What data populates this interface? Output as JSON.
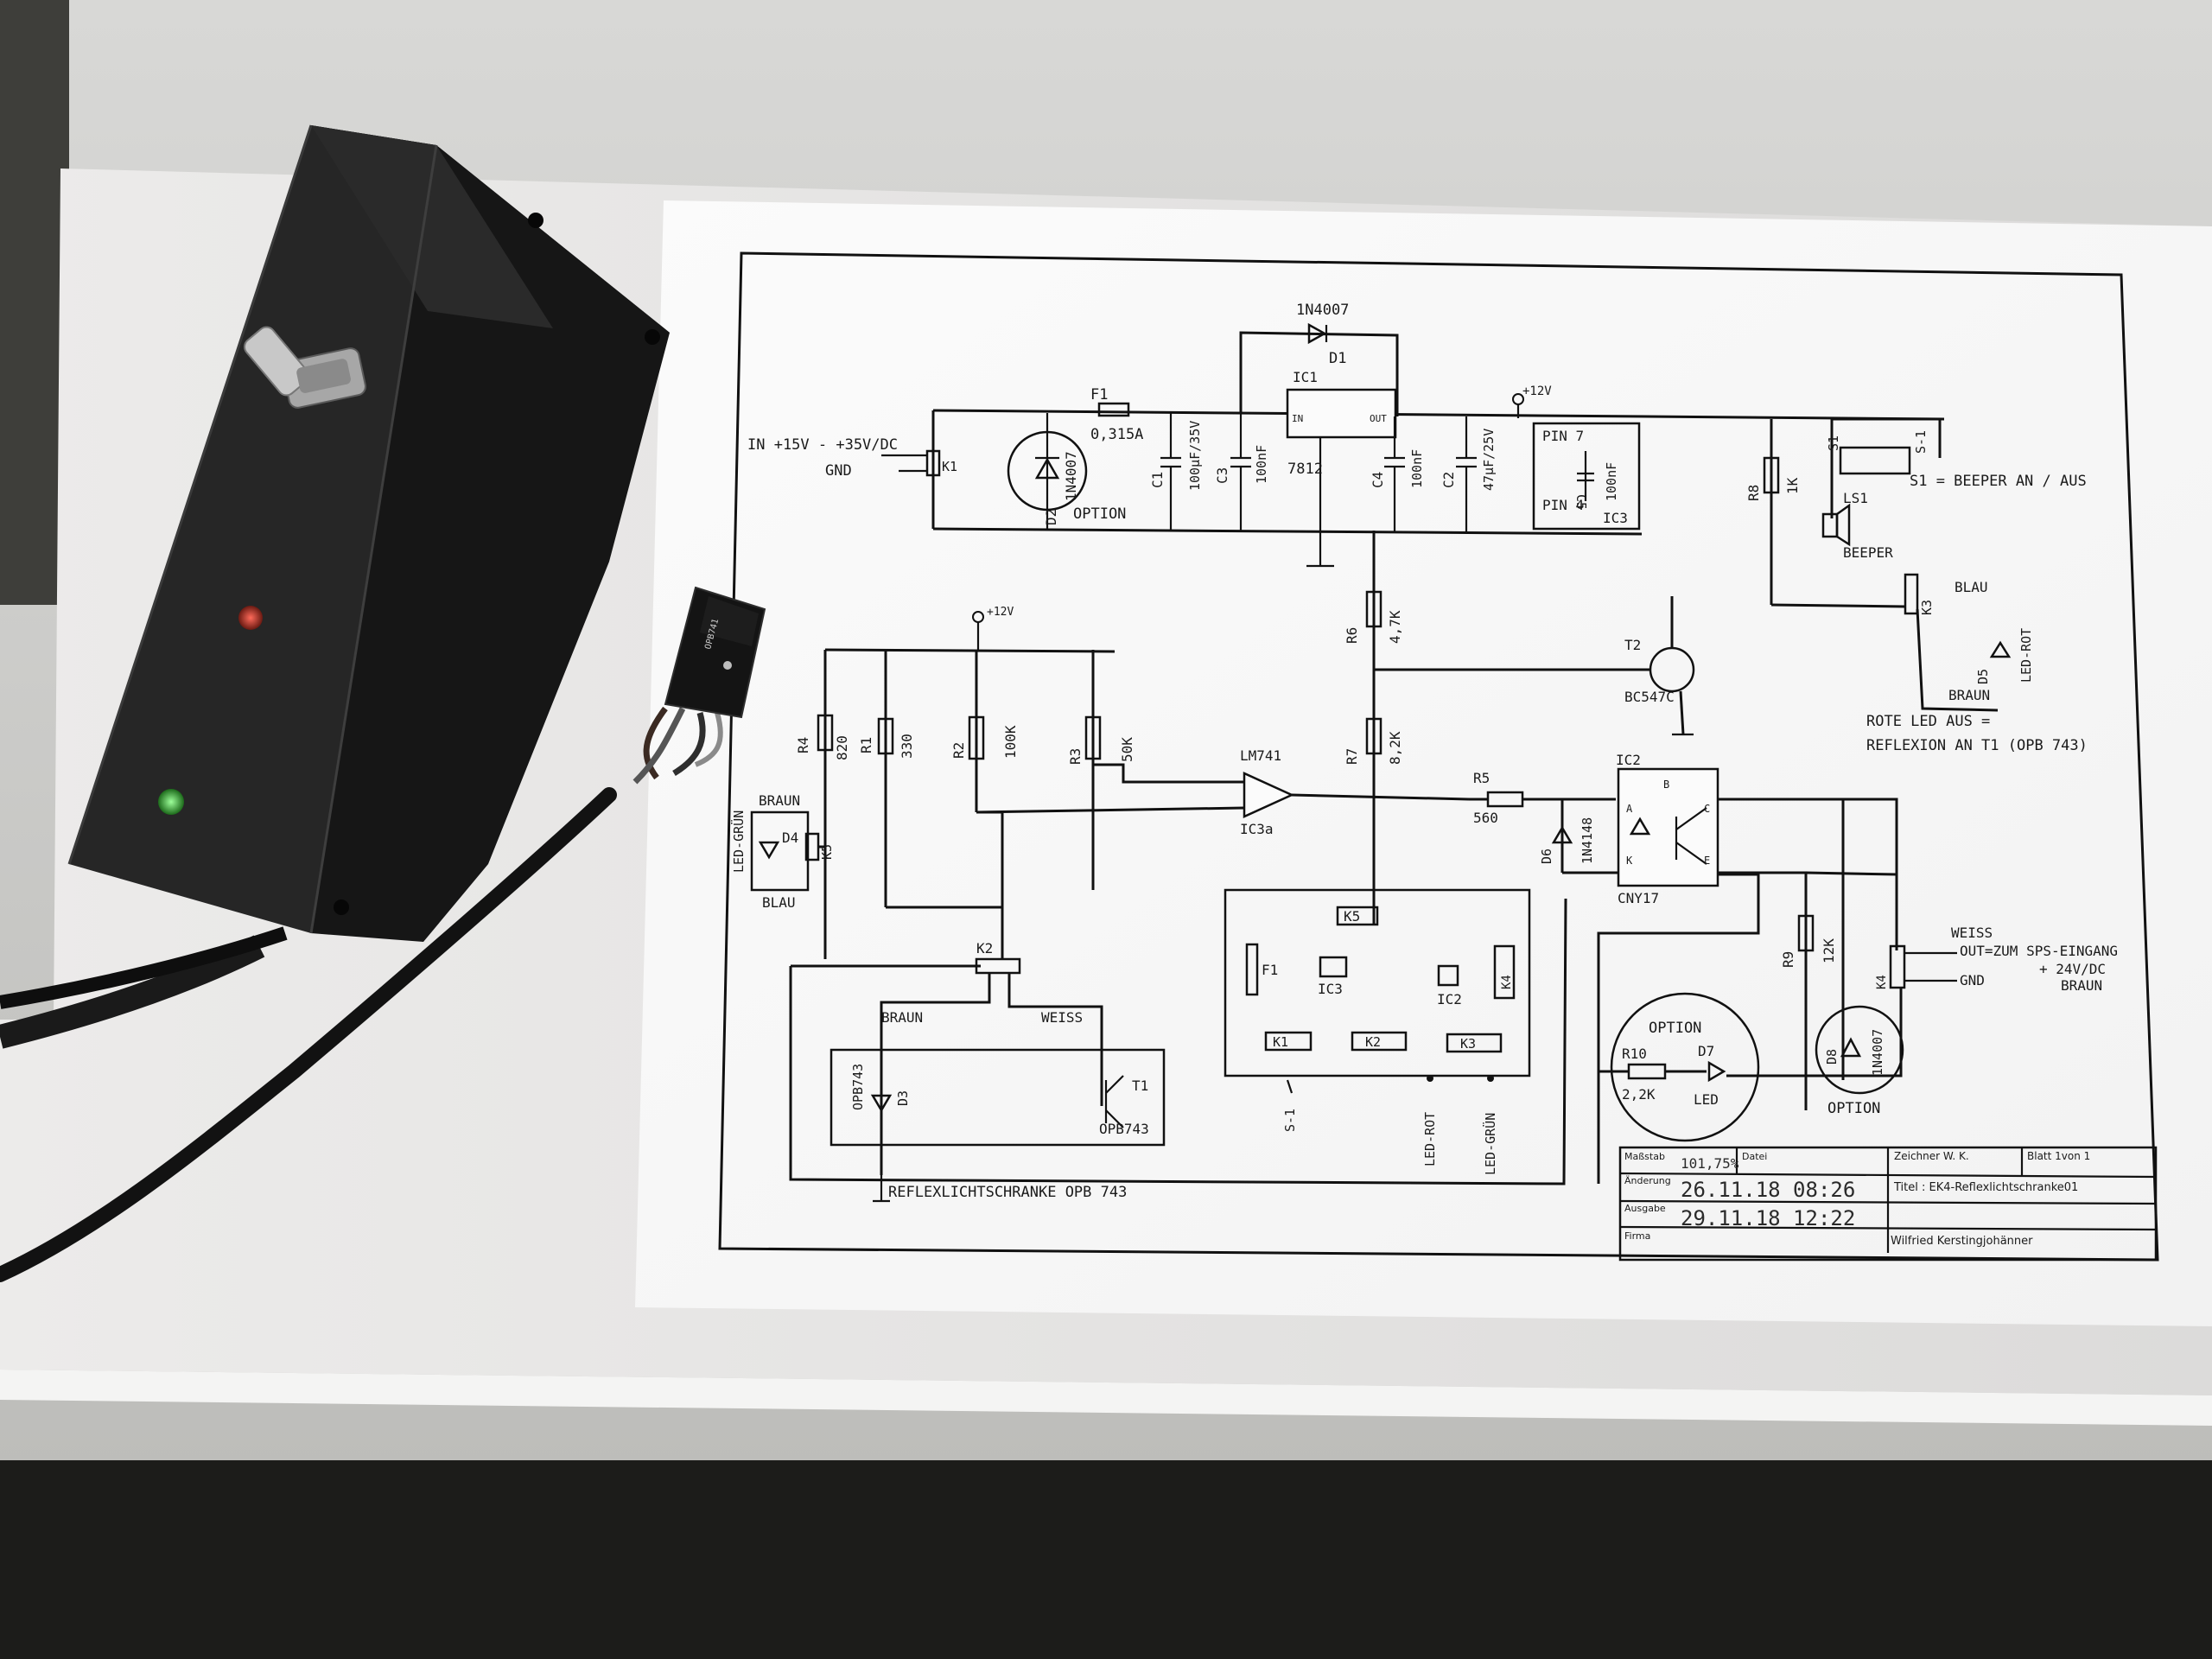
{
  "schematic": {
    "power": {
      "input_label": "IN +15V - +35V/DC",
      "gnd": "GND",
      "k1": "K1",
      "f1": "F1",
      "f1_value": "0,315A",
      "d1": "D1",
      "d1_type": "1N4007",
      "d2": "D2",
      "d2_type": "1N4007",
      "option": "OPTION",
      "c1": "C1",
      "c1_value": "100µF/35V",
      "c3": "C3",
      "c3_value": "100nF",
      "ic1": "IC1",
      "ic1_type": "7812",
      "ic1_in": "IN",
      "ic1_out": "OUT",
      "ic1_gnd": "GND",
      "c4": "C4",
      "c4_value": "100nF",
      "c2": "C2",
      "c2_value": "47µF/25V",
      "plus12": "+12V",
      "ic3_pin7": "PIN 7",
      "ic3_pin4": "PIN 4",
      "c5": "C5",
      "c5_value": "100nF",
      "ic3": "IC3"
    },
    "beeper": {
      "r8": "R8",
      "r8_value": "1K",
      "s1": "S1",
      "s_1": "S-1",
      "s1_desc": "S1 = BEEPER AN / AUS",
      "ls1": "LS1",
      "beeper": "BEEPER",
      "blau": "BLAU",
      "k3": "K3",
      "led_rot": "LED-ROT",
      "d5": "D5",
      "braun": "BRAUN",
      "t2": "T2",
      "t2_type": "BC547C",
      "note_line1": "ROTE LED AUS =",
      "note_line2": "REFLEXION AN T1 (OPB 743)"
    },
    "comparator": {
      "plus12": "+12V",
      "r4": "R4",
      "r4_value": "820",
      "r1": "R1",
      "r1_value": "330",
      "r2": "R2",
      "r2_value": "100K",
      "r3": "R3",
      "r3_value": "50K",
      "op": "LM741",
      "op_ref": "IC3a",
      "r6": "R6",
      "r6_value": "4,7K",
      "r7": "R7",
      "r7_value": "8,2K",
      "r5": "R5",
      "r5_value": "560",
      "d6": "D6",
      "d6_type": "1N4148",
      "ic2": "IC2",
      "ic2_type": "CNY17",
      "pin_a": "A",
      "pin_k": "K",
      "pin_b": "B",
      "pin_c": "C",
      "pin_e": "E"
    },
    "led_green": {
      "led_gruen": "LED-GRÜN",
      "braun": "BRAUN",
      "d4": "D4",
      "k5": "K5",
      "blau": "BLAU"
    },
    "sensor": {
      "k2": "K2",
      "braun": "BRAUN",
      "weiss": "WEISS",
      "d3": "D3",
      "d3_type": "OPB743",
      "t1": "T1",
      "t1_type": "OPB743",
      "caption": "REFLEXLICHTSCHRANKE OPB 743"
    },
    "pcb": {
      "k5": "K5",
      "f1": "F1",
      "ic3": "IC3",
      "ic2": "IC2",
      "k4": "K4",
      "k1": "K1",
      "k2": "K2",
      "k3": "K3",
      "s_1": "S-1",
      "led_rot": "LED-ROT",
      "led_gruen": "LED-GRÜN"
    },
    "output": {
      "weiss": "WEISS",
      "out": "OUT=ZUM SPS-EINGANG",
      "volt": "+ 24V/DC",
      "braun": "BRAUN",
      "gnd": "GND",
      "k4": "K4",
      "r9": "R9",
      "r9_value": "12K",
      "d8": "D8",
      "d8_type": "1N4007",
      "option": "OPTION",
      "option2": "OPTION",
      "r10": "R10",
      "r10_value": "2,2K",
      "d7": "D7",
      "led": "LED"
    },
    "title_block": {
      "massstab": "Maßstab",
      "scale": "101,75%",
      "datei": "Datei",
      "zeichner": "Zeichner  W. K.",
      "blatt": "Blatt 1von 1",
      "aenderung": "Änderung",
      "aenderung_date": "26.11.18 08:26",
      "titel": "Titel : EK4-Reflexlichtschranke01",
      "ausgabe": "Ausgabe",
      "ausgabe_date": "29.11.18 12:22",
      "firma": "Firma",
      "author": "Wilfried Kerstingjohänner"
    },
    "device_label": "OPB741"
  }
}
